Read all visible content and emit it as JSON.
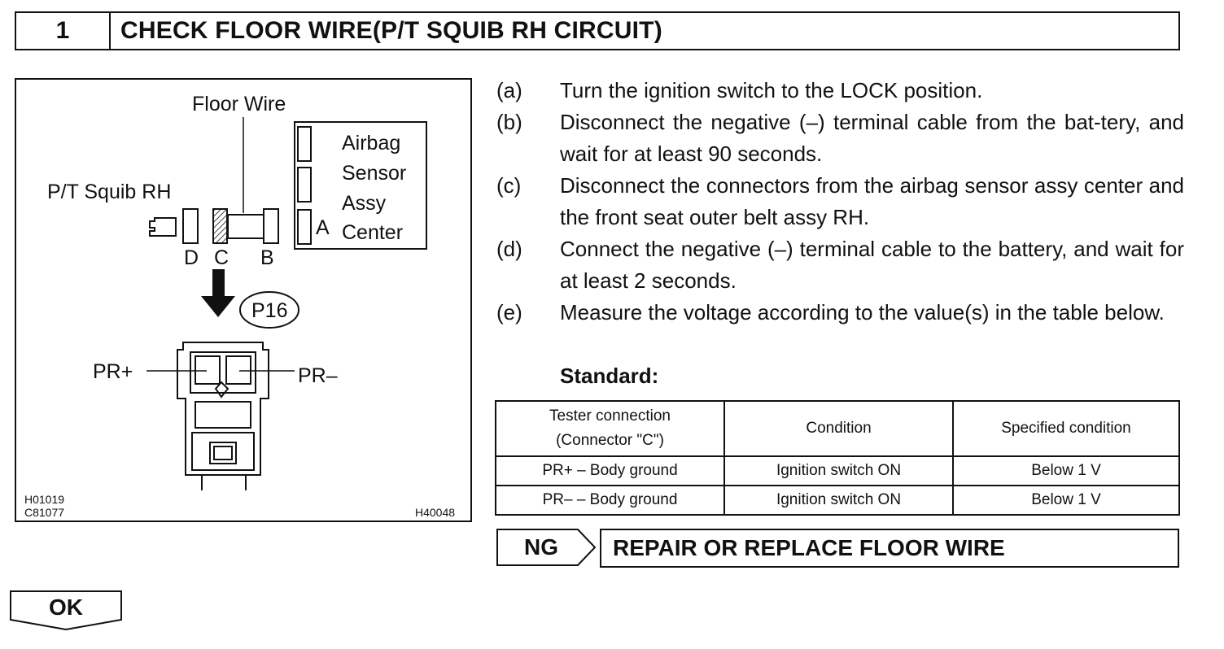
{
  "header": {
    "step_number": "1",
    "title": "CHECK FLOOR WIRE(P/T SQUIB RH CIRCUIT)"
  },
  "figure": {
    "floor_wire": "Floor Wire",
    "squib": "P/T Squib RH",
    "sensor_lines": [
      "Airbag",
      "Sensor",
      "Assy",
      "Center"
    ],
    "connector_a": "A",
    "connector_d": "D",
    "connector_c": "C",
    "connector_b": "B",
    "connector_code": "P16",
    "pr_plus": "PR+",
    "pr_minus": "PR–",
    "code_left_1": "H01019",
    "code_left_2": "C81077",
    "code_right": "H40048"
  },
  "steps": [
    {
      "letter": "(a)",
      "text": "Turn the ignition switch to the LOCK position."
    },
    {
      "letter": "(b)",
      "text": "Disconnect the negative (–) terminal cable from the bat-tery, and wait for at least 90 seconds."
    },
    {
      "letter": "(c)",
      "text": "Disconnect the connectors from the airbag sensor assy center and the front seat outer belt assy RH."
    },
    {
      "letter": "(d)",
      "text": "Connect the negative (–) terminal cable to the battery, and wait for at least 2 seconds."
    },
    {
      "letter": "(e)",
      "text": "Measure the voltage according to the value(s) in the table below."
    }
  ],
  "standard_label": "Standard:",
  "table": {
    "headers": {
      "tester_1": "Tester connection",
      "tester_2": "(Connector \"C\")",
      "condition": "Condition",
      "specified": "Specified condition"
    },
    "rows": [
      {
        "tester": "PR+ – Body ground",
        "condition": "Ignition switch ON",
        "specified": "Below 1 V"
      },
      {
        "tester": "PR– – Body ground",
        "condition": "Ignition switch ON",
        "specified": "Below 1 V"
      }
    ]
  },
  "result_ng": {
    "label": "NG",
    "action": "REPAIR OR REPLACE FLOOR WIRE"
  },
  "result_ok": {
    "label": "OK"
  }
}
